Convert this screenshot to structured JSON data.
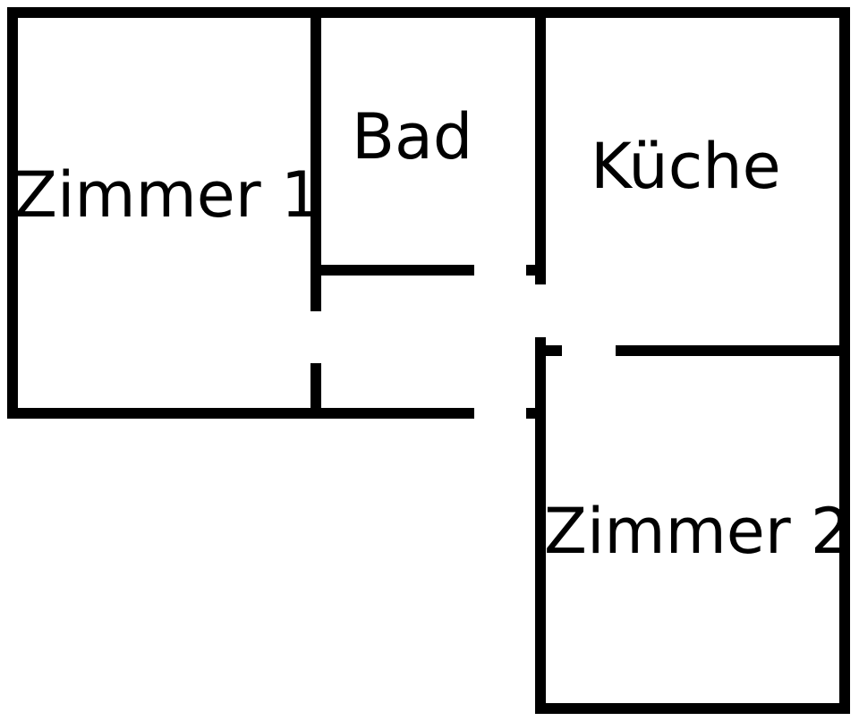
{
  "rooms": {
    "zimmer1": "Zimmer 1",
    "bad": "Bad",
    "kueche": "Küche",
    "zimmer2": "Zimmer 2"
  },
  "colors": {
    "wall": "#000000",
    "background": "#ffffff"
  }
}
